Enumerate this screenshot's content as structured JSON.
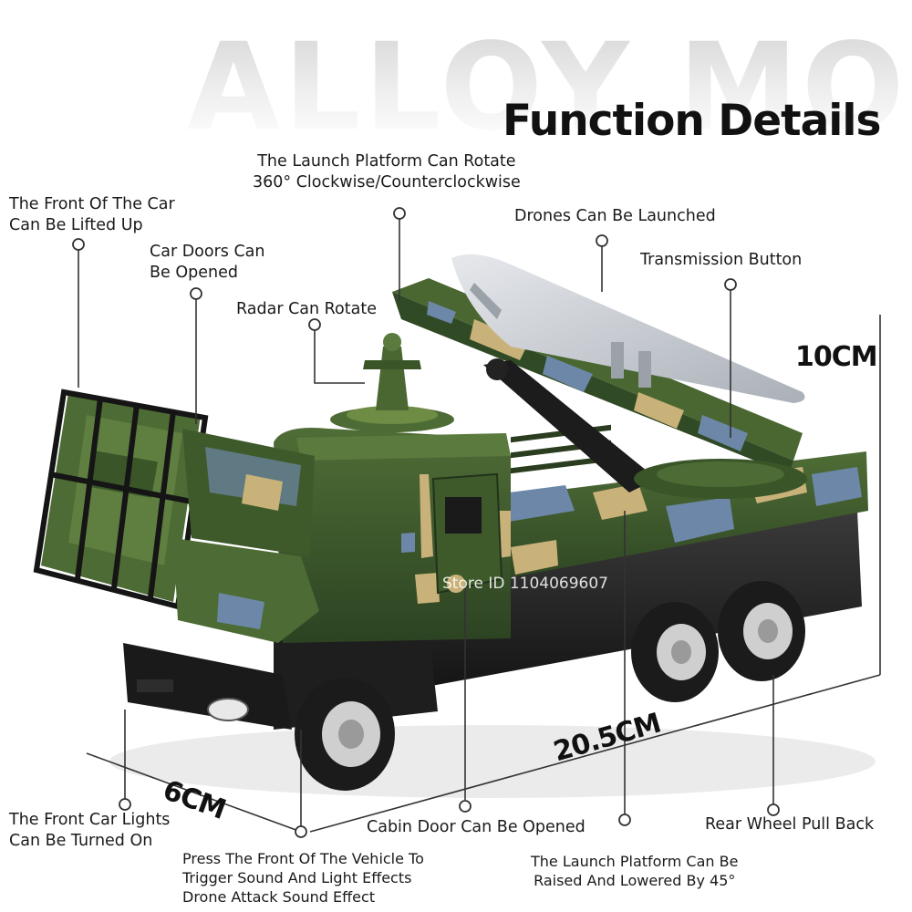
{
  "background_text": "ALLOY MODEL",
  "title": "Function Details",
  "labels": {
    "platform_rotate_1": "The Launch Platform Can Rotate",
    "platform_rotate_2": "360° Clockwise/Counterclockwise",
    "front_lift_1": "The Front Of The Car",
    "front_lift_2": "Can Be Lifted Up",
    "doors_1": "Car Doors Can",
    "doors_2": "Be Opened",
    "radar": "Radar Can Rotate",
    "drones": "Drones Can Be Launched",
    "transmission": "Transmission Button",
    "front_lights_1": "The Front Car Lights",
    "front_lights_2": "Can Be Turned On",
    "cabin_door": "Cabin Door Can Be Opened",
    "rear_wheel": "Rear Wheel Pull Back",
    "press_front_1": "Press The Front Of The Vehicle To",
    "press_front_2": "Trigger Sound And Light Effects",
    "press_front_3": "Drone Attack Sound Effect",
    "platform_raise_1": "The Launch Platform Can Be",
    "platform_raise_2": "Raised And Lowered By 45°"
  },
  "dimensions": {
    "height": "10CM",
    "length": "20.5CM",
    "width": "6CM"
  },
  "watermark": "Store ID 1104069607",
  "colors": {
    "camo_dark": "#2f4a24",
    "camo_mid": "#4d6b34",
    "camo_light": "#6f8c45",
    "camo_tan": "#c9b27a",
    "camo_blue": "#6d87a8",
    "tire": "#1b1b1b",
    "rim": "#cfcfcf",
    "drone": "#c8ccd2"
  }
}
